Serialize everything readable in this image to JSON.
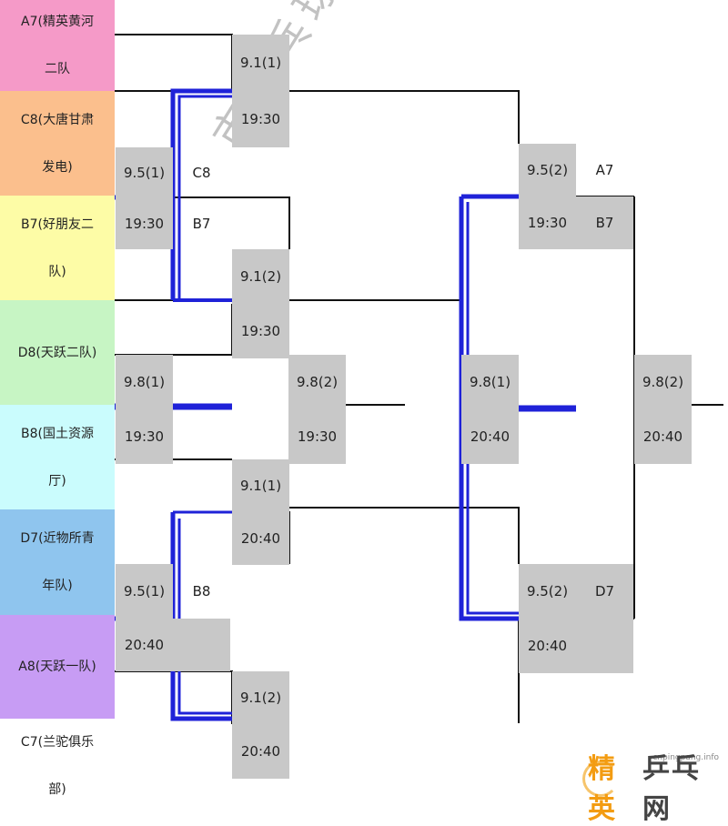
{
  "colors": {
    "pink": "#f59ac8",
    "orange": "#fbbf8d",
    "yellow": "#fdfca6",
    "green": "#c7f5c4",
    "cyan": "#cafcfd",
    "blue": "#8fc5ee",
    "purple": "#c79cf4",
    "white": "#ffffff",
    "cell": "#c8c8c8",
    "blue_line": "#1f22d8",
    "black_line": "#111111"
  },
  "teams": [
    {
      "line1": "A7(精英黄河",
      "line2": "二队",
      "color": "pink"
    },
    {
      "line1": "C8(大唐甘肃",
      "line2": "发电)",
      "color": "orange"
    },
    {
      "line1": "B7(好朋友二",
      "line2": "队)",
      "color": "yellow"
    },
    {
      "line1": "D8(天跃二队)",
      "line2": "",
      "color": "green"
    },
    {
      "line1": "B8(国土资源",
      "line2": "厅)",
      "color": "cyan"
    },
    {
      "line1": "D7(近物所青",
      "line2": "年队)",
      "color": "blue"
    },
    {
      "line1": "A8(天跃一队)",
      "line2": "",
      "color": "purple"
    },
    {
      "line1": "C7(兰驼俱乐",
      "line2": "部)",
      "color": "white"
    }
  ],
  "cells": [
    "9.1(1)",
    "19:30",
    "9.5(1)",
    "C8",
    "19:30",
    "B7",
    "9.1(2)",
    "19:30",
    "9.8(1)",
    "19:30",
    "9.8(2)",
    "19:30",
    "9.1(1)",
    "20:40",
    "9.5(1)",
    "B8",
    "20:40",
    "9.1(2)",
    "20:40",
    "9.5(2)",
    "A7",
    "19:30",
    "B7",
    "9.8(1)",
    "20:40",
    "9.5(2)",
    "D7",
    "20:40",
    "9.8(2)",
    "20:40"
  ],
  "watermark": "市乒乓球运动",
  "site": {
    "url": "cnpingpang.info",
    "logo_a": "精英",
    "logo_b": "乒乓网"
  }
}
